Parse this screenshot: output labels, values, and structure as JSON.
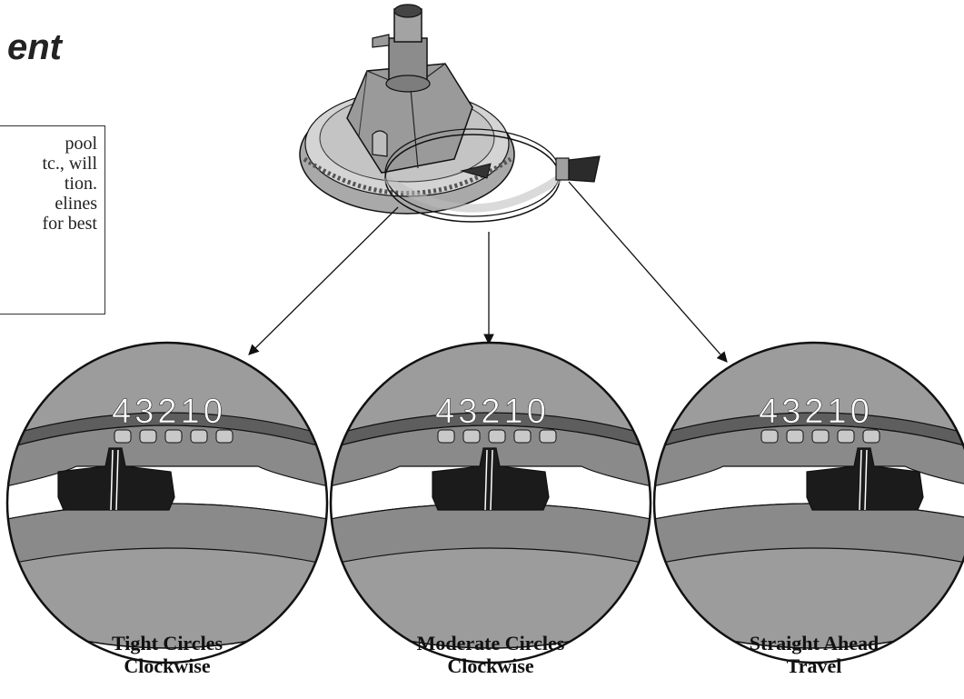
{
  "heading": "ent",
  "note": {
    "lines": [
      "pool",
      "tc., will",
      "tion.",
      "elines",
      "for best"
    ]
  },
  "colors": {
    "outline": "#111111",
    "dial_outer": "#8a8a8a",
    "dial_top": "#9c9c9c",
    "dial_band": "#5e5e5e",
    "tab": "#c9c9c9",
    "indicator": "#1b1b1b",
    "body_light": "#cfcfcf",
    "body_dark": "#8a8a8a"
  },
  "dials": [
    {
      "id": "tight",
      "scale": "43210",
      "label_line1": "Tight Circles",
      "label_line2": "Clockwise",
      "setting": 4
    },
    {
      "id": "moderate",
      "scale": "43210",
      "label_line1": "Moderate Circles",
      "label_line2": "Clockwise",
      "setting": 2
    },
    {
      "id": "straight",
      "scale": "43210",
      "label_line1": "Straight Ahead",
      "label_line2": "Travel",
      "setting": 0
    }
  ]
}
